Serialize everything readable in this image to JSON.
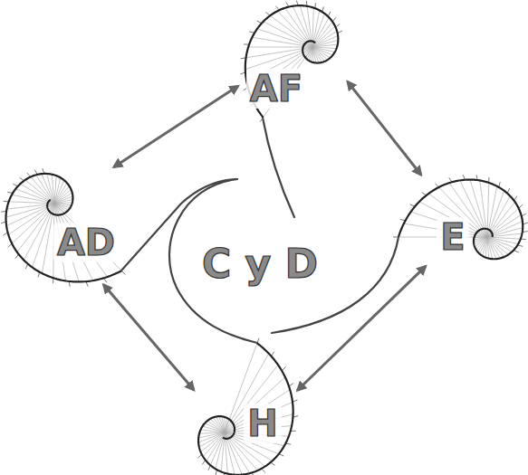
{
  "diagram": {
    "nodes": [
      {
        "text": [
          "AF"
        ]
      },
      {
        "text": [
          "AD"
        ]
      },
      {
        "text": [
          "C y D"
        ]
      },
      {
        "text": [
          "E"
        ]
      },
      {
        "text": [
          "H"
        ]
      }
    ],
    "edges": [
      {
        "from": 1,
        "to": 0,
        "arrow": "both"
      },
      {
        "from": 0,
        "to": 3,
        "arrow": "both"
      },
      {
        "from": 1,
        "to": 4,
        "arrow": "both"
      },
      {
        "from": 3,
        "to": 4,
        "arrow": "both"
      }
    ]
  }
}
